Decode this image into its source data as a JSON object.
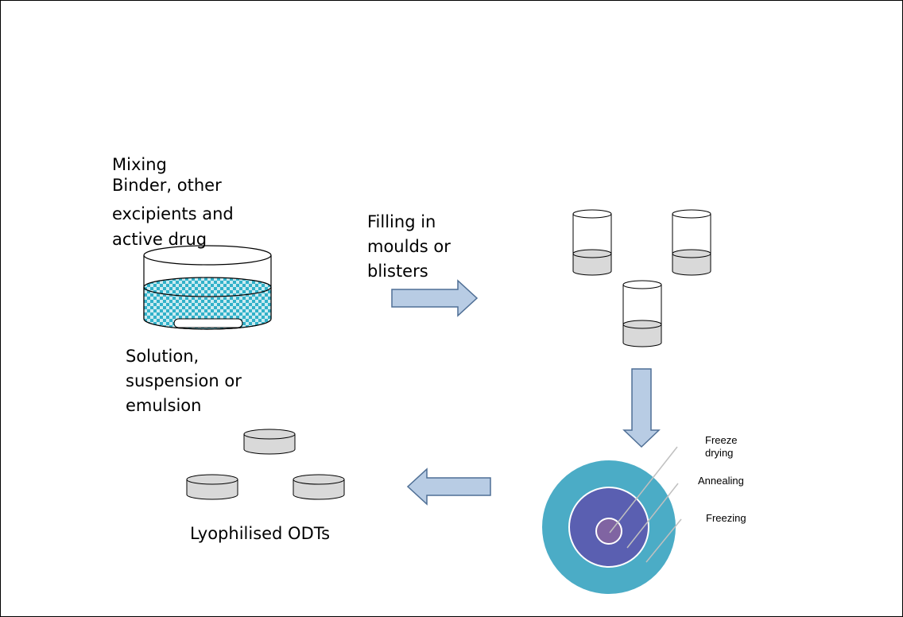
{
  "labels": {
    "mixing_title": "Mixing",
    "mixing_desc": [
      "Binder, other",
      "excipients and",
      "active drug"
    ],
    "filling": [
      "Filling in",
      "moulds or",
      "blisters"
    ],
    "solution": [
      "Solution,",
      "suspension or",
      "emulsion"
    ],
    "product": "Lyophilised ODTs"
  },
  "cycle_stages": {
    "inner": [
      "Freeze",
      "drying"
    ],
    "middle": "Annealing",
    "outer": "Freezing"
  },
  "colors": {
    "arrow_fill": "#b8cce4",
    "arrow_stroke": "#4f6f95",
    "freezing": "#4bacc6",
    "annealing": "#5a5fb1",
    "freeze_drying": "#8064a2",
    "liquid": "#d9d9d9",
    "mix_liquid": "#31b1c9",
    "tablet": "#d9d9d9"
  }
}
